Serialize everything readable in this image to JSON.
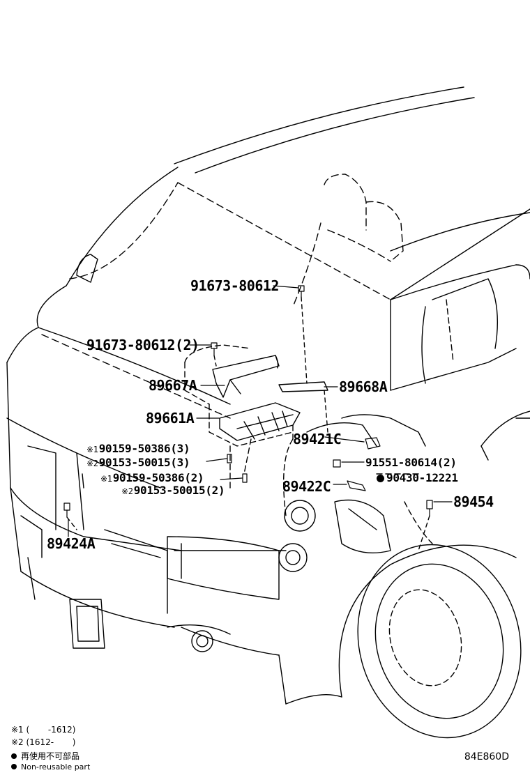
{
  "parts": {
    "p91673_top": "91673-80612",
    "p91673_2": "91673-80612(2)",
    "p89667A": "89667A",
    "p89668A": "89668A",
    "p89661A": "89661A",
    "p89421C": "89421C",
    "p90159_3": "90159-50386(3)",
    "p90153_3": "90153-50015(3)",
    "p91551": "91551-80614(2)",
    "p90159_2": "90159-50386(2)",
    "p90430": "90430-12221",
    "p90153_2": "90153-50015(2)",
    "p89422C": "89422C",
    "p89454": "89454",
    "p89424A": "89424A"
  },
  "marks": {
    "m1": "※1",
    "m2": "※2"
  },
  "legend": {
    "l1": "※1 (       -1612)",
    "l2": "※2 (1612-       )",
    "l3": "再使用不可部品",
    "l4": "Non-reusable part"
  },
  "diagram_code": "84E860D"
}
